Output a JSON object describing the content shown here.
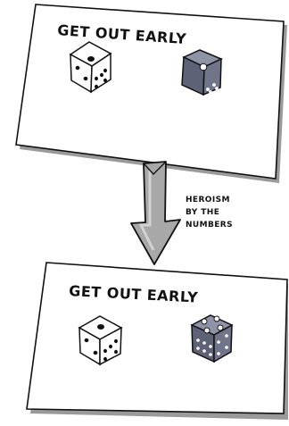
{
  "cards": [
    {
      "title": "GET OUT EARLY",
      "white_die_top_pips": 1,
      "grey_die_top_pips": 1
    },
    {
      "title": "GET OUT EARLY",
      "white_die_top_pips": 1,
      "grey_die_top_pips": 4
    }
  ],
  "transition_note": {
    "lines": [
      "HEROISM",
      "BY THE",
      "NUMBERS"
    ]
  },
  "colors": {
    "ink": "#111111",
    "card_fill": "#ffffff",
    "card_shadow": "#9a9a9a",
    "grey_die_top": "#8e93a6",
    "grey_die_left": "#5d6276",
    "grey_die_right": "#70758a",
    "arrow_fill": "#a8a8a8",
    "arrow_highlight": "#d2d2d2"
  }
}
